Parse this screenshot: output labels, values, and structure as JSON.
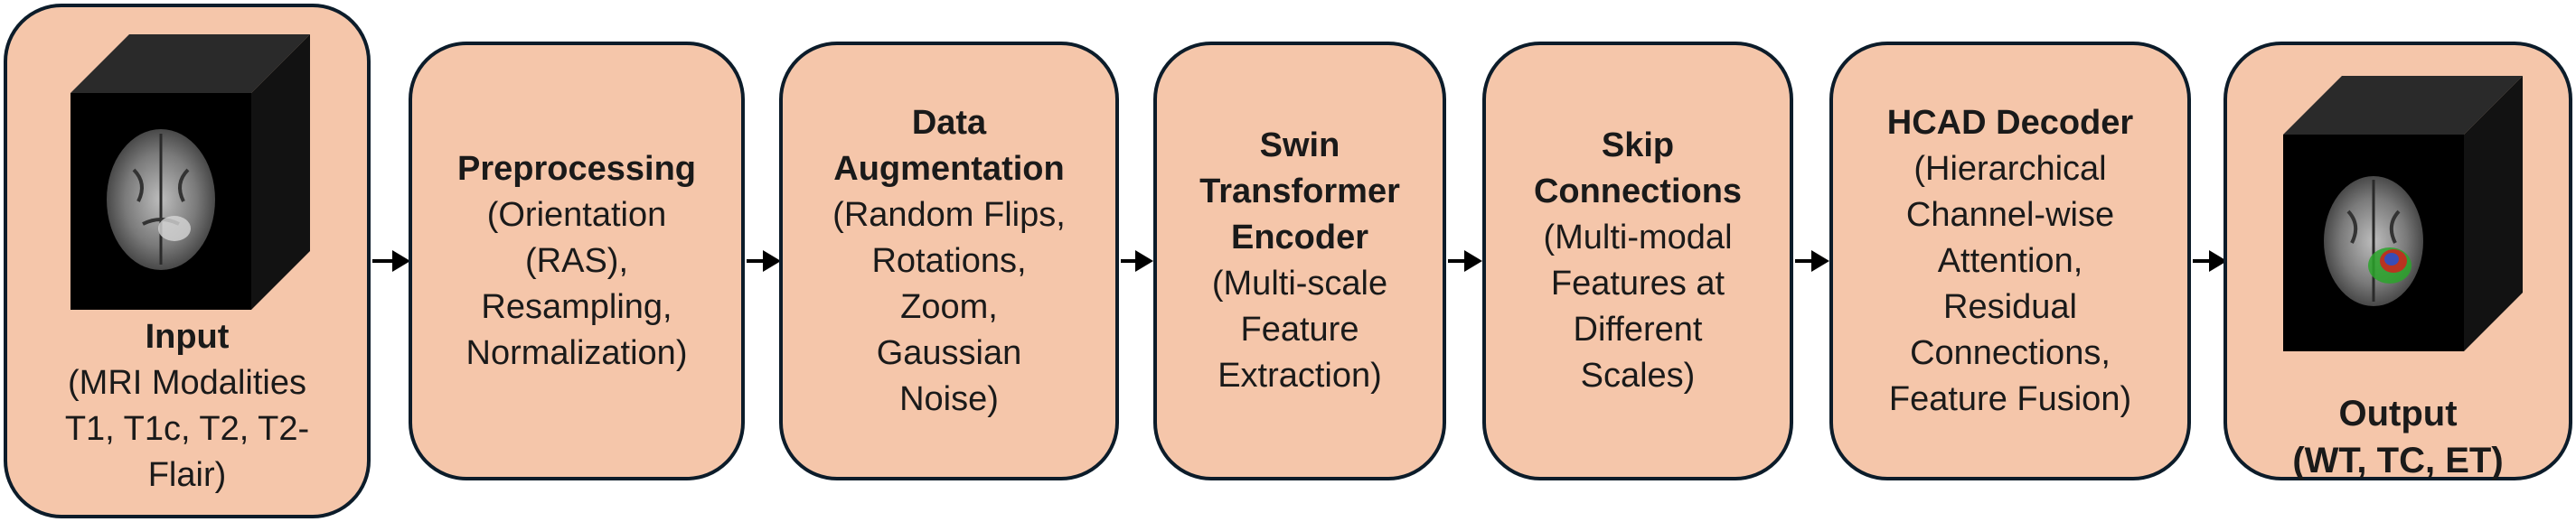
{
  "colors": {
    "box_fill": "#f5c6aa",
    "box_border": "#0c1c2a",
    "arrow": "#000000",
    "cube": "#000000"
  },
  "stages": [
    {
      "title": "Input",
      "description": "(MRI Modalities\nT1, T1c, T2, T2-\nFlair)"
    },
    {
      "title": "Preprocessing",
      "description": "(Orientation\n(RAS),\nResampling,\nNormalization)"
    },
    {
      "title": "Data\nAugmentation",
      "description": "(Random Flips,\nRotations,\nZoom,\nGaussian\nNoise)"
    },
    {
      "title": "Swin\nTransformer\nEncoder",
      "description": "(Multi-scale\nFeature\nExtraction)"
    },
    {
      "title": "Skip\nConnections",
      "description": "(Multi-modal\nFeatures at\nDifferent\nScales)"
    },
    {
      "title": "HCAD Decoder",
      "description": "(Hierarchical\nChannel-wise\nAttention,\nResidual\nConnections,\nFeature Fusion)"
    },
    {
      "title": "Output\n(WT, TC, ET)",
      "description": ""
    }
  ],
  "icons": {
    "input_image": "brain-mri-cube-icon",
    "output_image": "segmented-brain-cube-icon"
  }
}
